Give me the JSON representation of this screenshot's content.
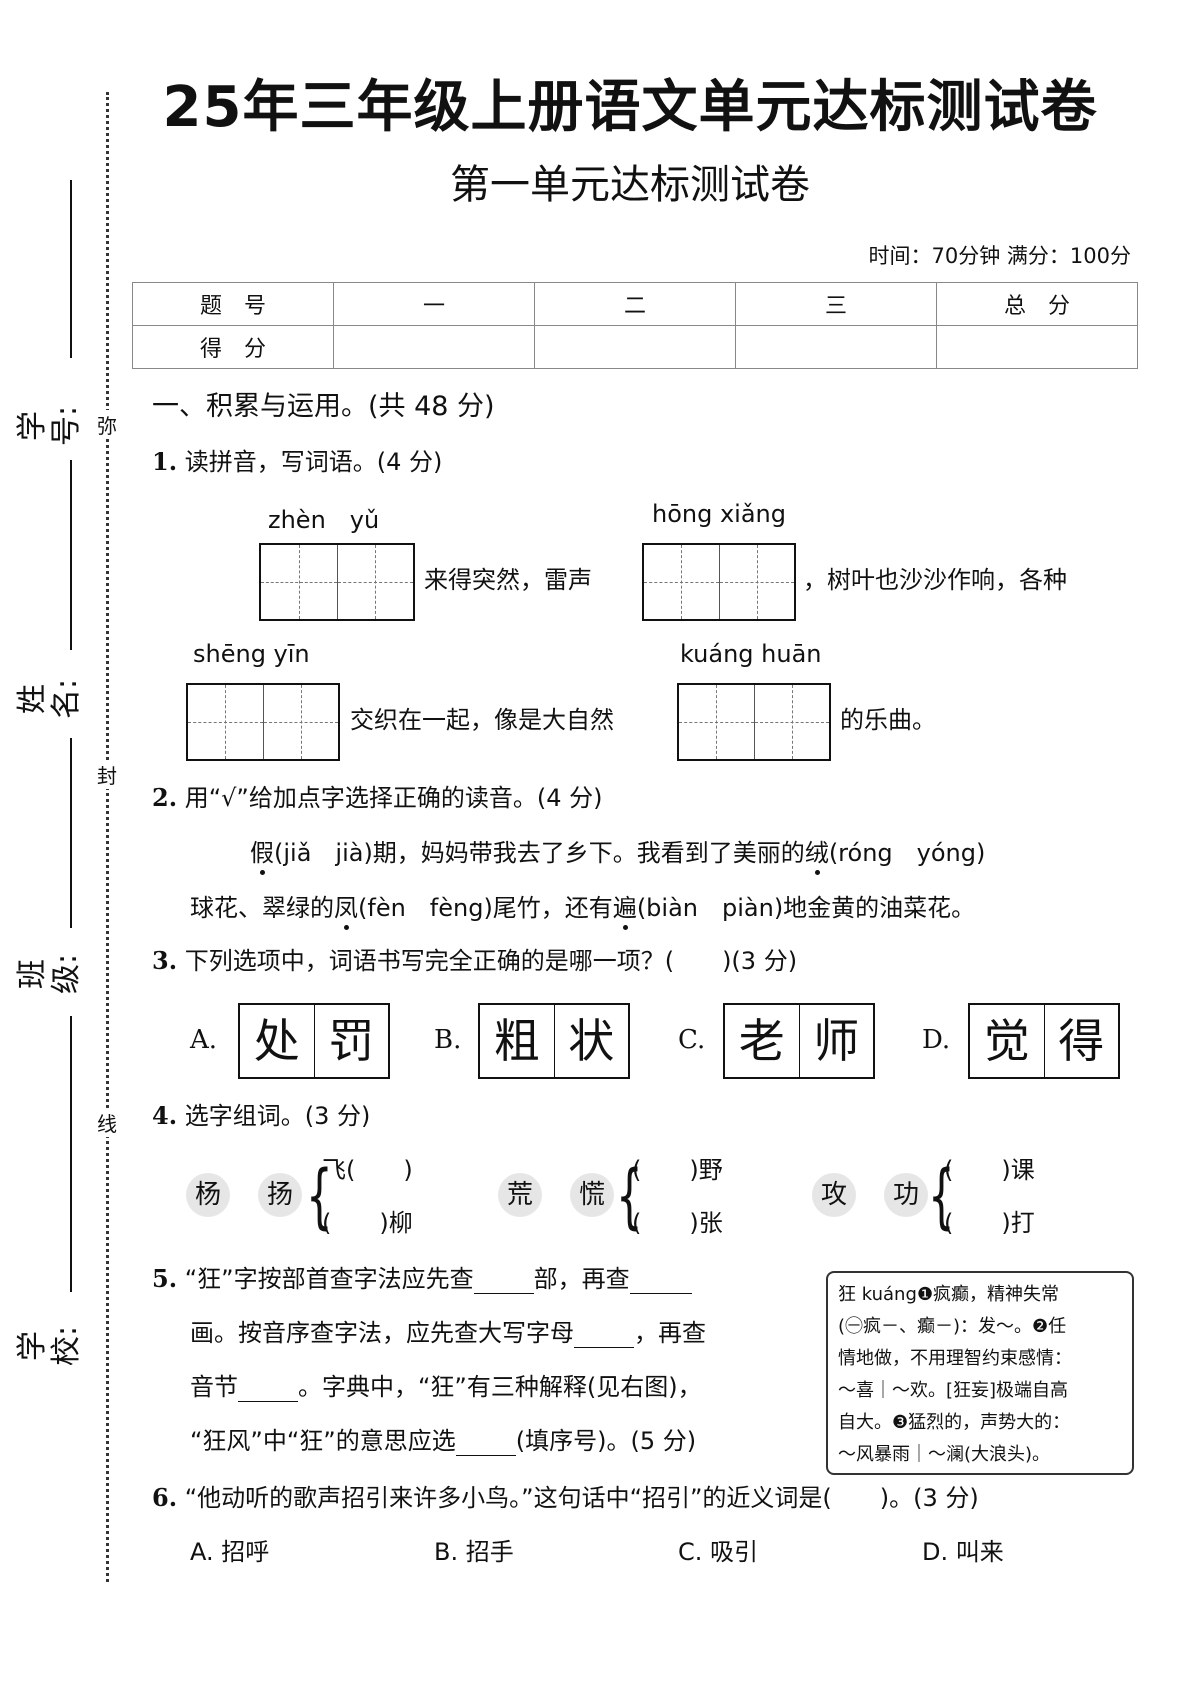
{
  "side": {
    "student_id": "学号:",
    "name": "姓名:",
    "class": "班级:",
    "school": "学校:",
    "seal_chars": [
      "弥",
      "封",
      "线"
    ]
  },
  "header": {
    "title": "25年三年级上册语文单元达标测试卷",
    "subtitle": "第一单元达标测试卷",
    "time_info": "时间：70分钟 满分：100分"
  },
  "score_table": {
    "row1": [
      "题　号",
      "一",
      "二",
      "三",
      "总　分"
    ],
    "row2_label": "得　分"
  },
  "section1": {
    "heading": "一、积累与运用。(共 48 分)"
  },
  "q1": {
    "num": "1.",
    "prompt": "读拼音，写词语。(4 分)",
    "pinyin": [
      "zhèn　yǔ",
      "hōng xiǎng",
      "shēng  yīn",
      "kuáng huān"
    ],
    "text1": "来得突然，雷声",
    "text2": "，树叶也沙沙作响，各种",
    "text3": "交织在一起，像是大自然",
    "text4": "的乐曲。"
  },
  "q2": {
    "num": "2.",
    "prompt": "用“√”给加点字选择正确的读音。(4 分)",
    "l1_dot1": "假",
    "l1_a": "(jiǎ　jià)期，妈妈带我去了乡下。我看到了美丽的",
    "l1_dot2": "绒",
    "l1_b": "(róng　yóng)",
    "l2_a": "球花、翠绿的",
    "l2_dot3": "凤",
    "l2_b": "(fèn　fèng)尾竹，还有",
    "l2_dot4": "遍",
    "l2_c": "(biàn　piàn)地金黄的油菜花。"
  },
  "q3": {
    "num": "3.",
    "prompt": "下列选项中，词语书写完全正确的是哪一项？(　　)(3 分)",
    "options": [
      {
        "label": "A.",
        "c1": "处",
        "c2": "罚"
      },
      {
        "label": "B.",
        "c1": "粗",
        "c2": "状"
      },
      {
        "label": "C.",
        "c1": "老",
        "c2": "师"
      },
      {
        "label": "D.",
        "c1": "觉",
        "c2": "得"
      }
    ]
  },
  "q4": {
    "num": "4.",
    "prompt": "选字组词。(3 分)",
    "groups": [
      {
        "a": "杨",
        "b": "扬",
        "top": "飞(　　)",
        "bottom": "(　　)柳"
      },
      {
        "a": "荒",
        "b": "慌",
        "top": "(　　)野",
        "bottom": "(　　)张"
      },
      {
        "a": "攻",
        "b": "功",
        "top": "(　　)课",
        "bottom": "(　　)打"
      }
    ]
  },
  "q5": {
    "num": "5.",
    "l1_a": "“狂”字按部首查字法应先查",
    "l1_b": "部，再查",
    "l2_a": "画。按音序查字法，应先查大写字母",
    "l2_b": "，再查",
    "l3_a": "音节",
    "l3_b": "。字典中，“狂”有三种解释(见右图)，",
    "l4_a": "“狂风”中“狂”的意思应选",
    "l4_b": "(填序号)。(5 分)",
    "dict_lines": [
      "狂 kuáng❶疯癫，精神失常",
      "(㊀疯－、癫－)：发～。❷任",
      "情地做，不用理智约束感情：",
      "～喜｜～欢。[狂妄]极端自高",
      "自大。❸猛烈的，声势大的：",
      "～风暴雨｜～澜(大浪头)。"
    ]
  },
  "q6": {
    "num": "6.",
    "prompt": "“他动听的歌声招引来许多小鸟。”这句话中“招引”的近义词是(　　)。(3 分)",
    "options": [
      "A. 招呼",
      "B. 招手",
      "C. 吸引",
      "D. 叫来"
    ]
  }
}
